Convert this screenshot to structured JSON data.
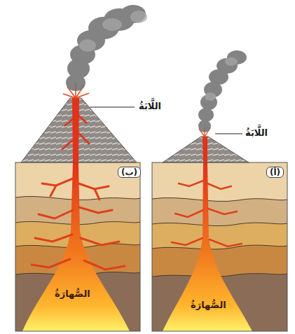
{
  "diagram": {
    "labels": [
      "اللَّابَةُ",
      "اللَّابَةُ",
      "(ب)",
      "(أ)",
      "الصُّهارَةُ",
      "الصُّهارَةُ"
    ]
  }
}
